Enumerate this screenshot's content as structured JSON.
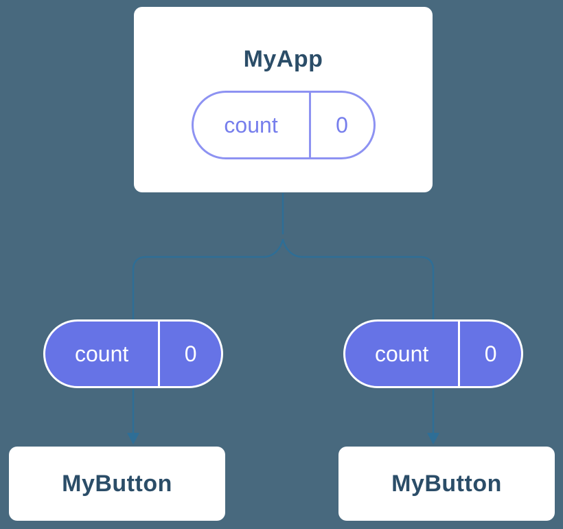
{
  "diagram": {
    "type": "component-tree",
    "root": {
      "title": "MyApp",
      "state": {
        "name": "count",
        "value": "0"
      }
    },
    "children": [
      {
        "title": "MyButton",
        "prop": {
          "name": "count",
          "value": "0"
        }
      },
      {
        "title": "MyButton",
        "prop": {
          "name": "count",
          "value": "0"
        }
      }
    ],
    "colors": {
      "background": "#48697e",
      "card_background": "#ffffff",
      "card_title_text": "#2b4d68",
      "state_pill_outline": "#8d92f2",
      "state_pill_text": "#767eec",
      "prop_pill_fill": "#6673e6",
      "prop_pill_text": "#ffffff",
      "connector_line": "#2e6e96"
    }
  }
}
